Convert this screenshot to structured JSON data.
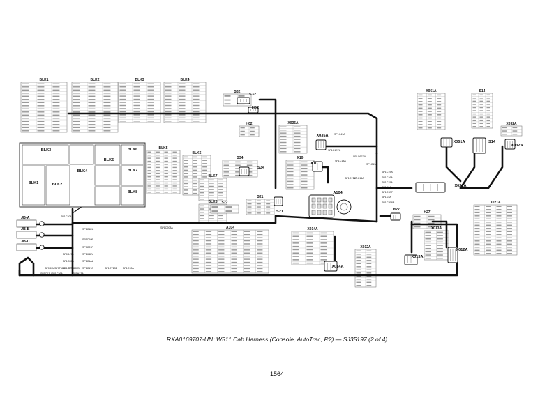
{
  "caption": "RXA0169707-UN: W511 Cab Harness (Console, AutoTrac, R2) — SJ35197 (2 of 4)",
  "page_number": "1564",
  "connector_tables": [
    {
      "id": "blk1",
      "title": "BLK1"
    },
    {
      "id": "blk2",
      "title": "BLK2"
    },
    {
      "id": "blk3tab",
      "title": "BLK3"
    },
    {
      "id": "blk4tab",
      "title": "BLK4"
    },
    {
      "id": "blk5tab",
      "title": "BLK5"
    },
    {
      "id": "blk6tab",
      "title": "BLK6"
    },
    {
      "id": "blk7tab",
      "title": "BLK7"
    },
    {
      "id": "blk8tab",
      "title": "BLK8"
    },
    {
      "id": "s32tab",
      "title": "S32"
    },
    {
      "id": "h02tab",
      "title": "H02"
    },
    {
      "id": "s34tab",
      "title": "S34"
    },
    {
      "id": "s21tab",
      "title": "S21"
    },
    {
      "id": "x035atab",
      "title": "X035A"
    },
    {
      "id": "x10tab",
      "title": "X10"
    },
    {
      "id": "x051atab",
      "title": "X051A"
    },
    {
      "id": "s14tab",
      "title": "S14"
    },
    {
      "id": "x032atab",
      "title": "X032A"
    },
    {
      "id": "x021atab",
      "title": "X021A"
    },
    {
      "id": "h27tab",
      "title": "H27"
    },
    {
      "id": "x013atab",
      "title": "X013A"
    },
    {
      "id": "x012atab",
      "title": "X012A"
    },
    {
      "id": "x014atab",
      "title": "X014A"
    },
    {
      "id": "a104tab",
      "title": "A104"
    },
    {
      "id": "s22tab",
      "title": "S22"
    }
  ],
  "block_labels": [
    "BLK3",
    "BLK4",
    "BLK5",
    "BLK6",
    "BLK1",
    "BLK2",
    "BLK7",
    "BLK8"
  ],
  "component_labels": {
    "s32": "S32",
    "h02": "H02",
    "s34": "S34",
    "s21": "S21",
    "x035a": "X035A",
    "x10": "X10",
    "a104": "A104",
    "h27": "H27",
    "x051a": "X051A",
    "s14": "S14",
    "x032a": "X032A",
    "x021a": "X021A",
    "x012a": "X012A",
    "x013a": "X013A",
    "x014a": "X014A"
  },
  "jb_labels": [
    "JB-A",
    "JB-B",
    "JB-C"
  ],
  "splice_labels": {
    "sp1": "SP1C1EA",
    "sp2": "SP1C10B",
    "sp3": "SP0C21R",
    "sp4": "SP1K4EV",
    "sp5": "SP1C1AL",
    "sp6": "SP1C208A",
    "sp7": "SP1C22A",
    "sp8": "SP1C13A",
    "sp9": "SP0S0M",
    "sp10": "SP0F1EA",
    "sp11": "SP1S0FB",
    "sp12": "SP1C17A",
    "sp13": "SP1CY23B",
    "sp14": "SP1C12A",
    "sp15": "SP1C204A",
    "sp16": "SP1C1EFA",
    "sp17": "SP1K41A",
    "sp18": "SP1C174A",
    "sp19": "SP1C16A",
    "sp20": "SP1C15A",
    "sp21": "SP1E1A",
    "sp22": "SP1C1E7",
    "sp23": "SP1K4A",
    "sp24": "SP1C2E8R",
    "sp25": "SP1C6E7A",
    "sp26": "SP1C18A",
    "sp27": "SP1C11A",
    "sp28": "SP0S47A",
    "sp29": "SP1C14A",
    "sp30": "SP1C19A",
    "sp31": "SP1C13U",
    "sp32": "SP1C26A",
    "sp33": "SP1H13A"
  },
  "colors": {
    "wire": "#111111",
    "table_line": "#555555",
    "cell_text": "#444444",
    "block_fill": "#ffffff"
  }
}
